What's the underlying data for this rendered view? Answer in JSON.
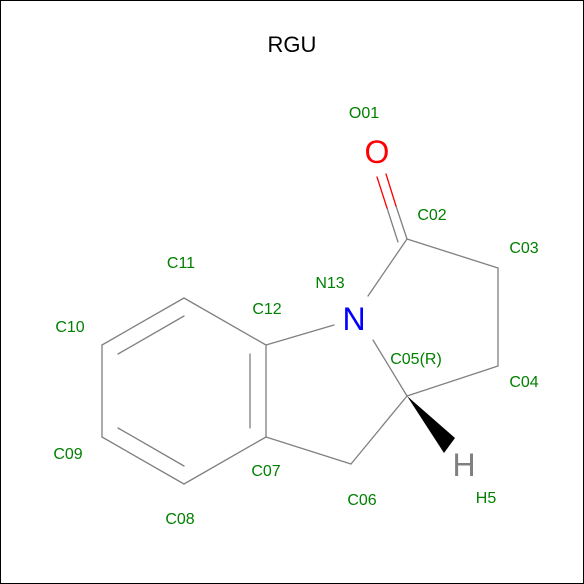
{
  "title": "RGU",
  "colors": {
    "bond": "#808080",
    "label": "#008000",
    "oxygen": "#ff0000",
    "nitrogen": "#0000ff",
    "hydrogen": "#808080",
    "frame": "#000000"
  },
  "element_symbols": {
    "oxygen": "O",
    "nitrogen": "N",
    "hydrogen": "H"
  },
  "atom_labels": {
    "O01": "O01",
    "C02": "C02",
    "C03": "C03",
    "C04": "C04",
    "C05": "C05(R)",
    "C06": "C06",
    "C07": "C07",
    "C08": "C08",
    "C09": "C09",
    "C10": "C10",
    "C11": "C11",
    "C12": "C12",
    "N13": "N13",
    "H5": "H5"
  }
}
